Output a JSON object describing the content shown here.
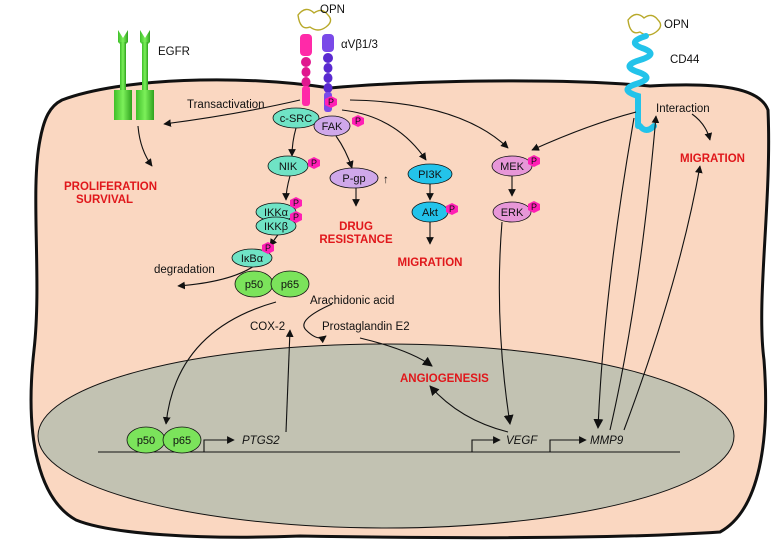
{
  "colors": {
    "cell": "#fad7c1",
    "nucleus": "#c2c2b2",
    "green_node": "#7be35b",
    "cyan_node": "#6fe3c5",
    "blue_node": "#23c3ea",
    "purple_node": "#cfa8ea",
    "pink_node": "#e797d8",
    "phospho": "#ff1fb5",
    "highlight_text": "#e0171b"
  },
  "receptors": {
    "egfr": "EGFR",
    "opn_left": "OPN",
    "integrin": "αVβ1/3",
    "opn_right": "OPN",
    "cd44": "CD44"
  },
  "nodes": {
    "csrc": "c-SRC",
    "fak": "FAK",
    "nik": "NIK",
    "ikka": "IKKα",
    "ikkb": "IKKβ",
    "ikba": "IκBα",
    "p50": "p50",
    "p65": "p65",
    "pgp": "P-gp",
    "pi3k": "PI3K",
    "akt": "Akt",
    "mek": "MEK",
    "erk": "ERK",
    "p50_nuc": "p50",
    "p65_nuc": "p65",
    "phospho": "P"
  },
  "labels": {
    "transactivation": "Transactivation",
    "interaction": "Interaction",
    "degradation": "degradation",
    "arachidonic": "Arachidonic acid",
    "cox2": "COX-2",
    "pge2": "Prostaglandin E2",
    "up_arrow": "↑"
  },
  "outcomes": {
    "proliferation": "PROLIFERATION",
    "survival": "SURVIVAL",
    "drug": "DRUG",
    "resistance": "RESISTANCE",
    "migration_akt": "MIGRATION",
    "migration_cd44": "MIGRATION",
    "angiogenesis": "ANGIOGENESIS"
  },
  "genes": {
    "ptgs2": "PTGS2",
    "vegf": "VEGF",
    "mmp9": "MMP9"
  }
}
